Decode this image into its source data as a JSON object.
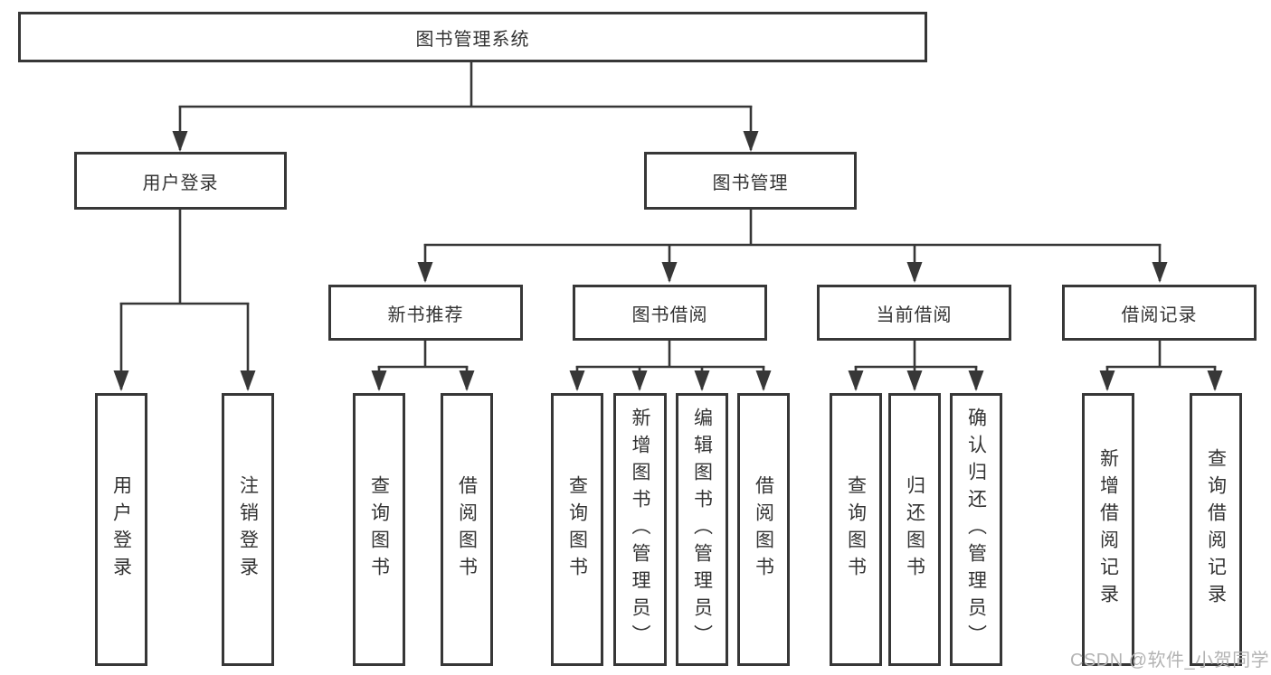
{
  "diagram": {
    "tree": {
      "label": "图书管理系统",
      "children": [
        {
          "label": "用户登录",
          "children": [
            {
              "label": "用户登录"
            },
            {
              "label": "注销登录"
            }
          ]
        },
        {
          "label": "图书管理",
          "children": [
            {
              "label": "新书推荐",
              "children": [
                {
                  "label": "查询图书"
                },
                {
                  "label": "借阅图书"
                }
              ]
            },
            {
              "label": "图书借阅",
              "children": [
                {
                  "label": "查询图书"
                },
                {
                  "label": "新增图书（管理员）"
                },
                {
                  "label": "编辑图书（管理员）"
                },
                {
                  "label": "借阅图书"
                }
              ]
            },
            {
              "label": "当前借阅",
              "children": [
                {
                  "label": "查询图书"
                },
                {
                  "label": "归还图书"
                },
                {
                  "label": "确认归还（管理员）"
                }
              ]
            },
            {
              "label": "借阅记录",
              "children": [
                {
                  "label": "新增借阅记录"
                },
                {
                  "label": "查询借阅记录"
                }
              ]
            }
          ]
        }
      ]
    },
    "colors": {
      "line": "#373737",
      "box_border": "#373737",
      "text": "#333333",
      "background": "#ffffff",
      "watermark": "#b3b3b3"
    }
  },
  "watermark": {
    "text": "CSDN @软件_小贺同学"
  }
}
